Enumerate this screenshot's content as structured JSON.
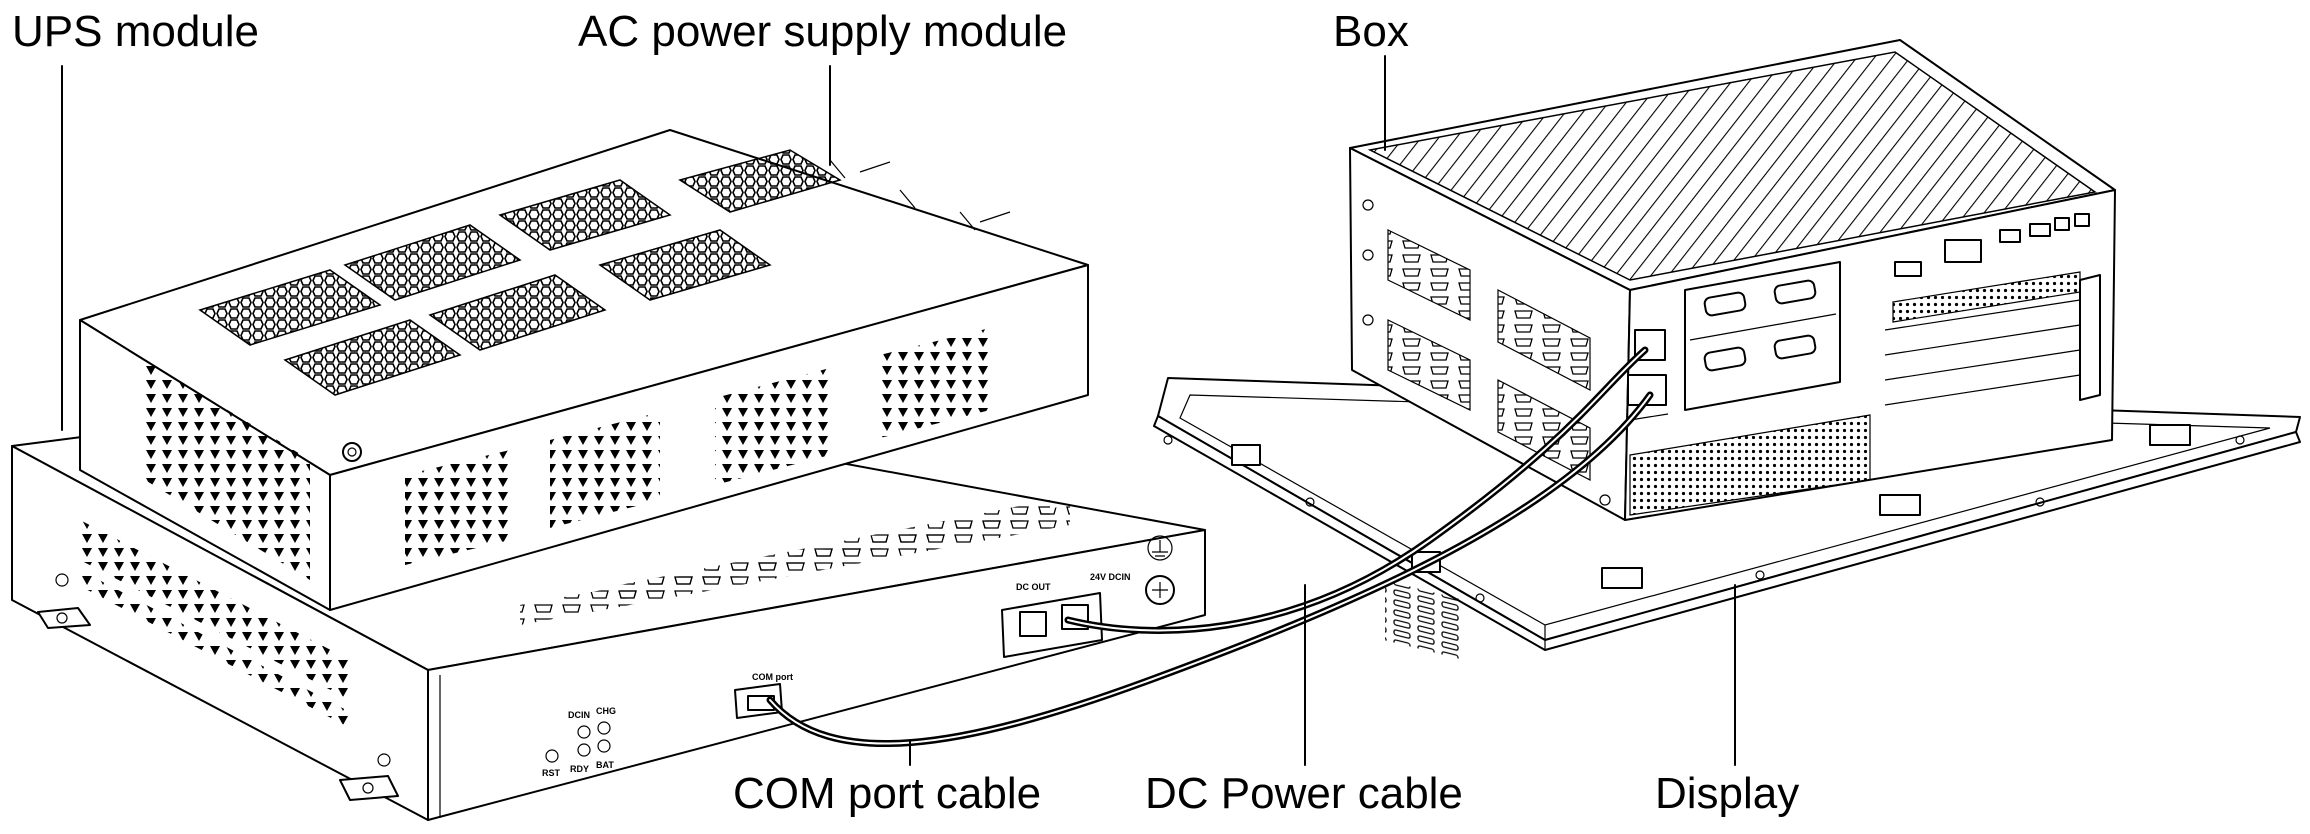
{
  "labels": {
    "ups_module": "UPS module",
    "ac_power_supply_module": "AC power supply module",
    "box": "Box",
    "com_port_cable": "COM port cable",
    "dc_power_cable": "DC Power cable",
    "display": "Display"
  },
  "panel_text": {
    "com_port": "COM port",
    "dc_out": "DC OUT",
    "dcin_24v": "24V DCIN",
    "dcin": "DCIN",
    "chg": "CHG",
    "rst": "RST",
    "rdy": "RDY",
    "bat": "BAT"
  }
}
